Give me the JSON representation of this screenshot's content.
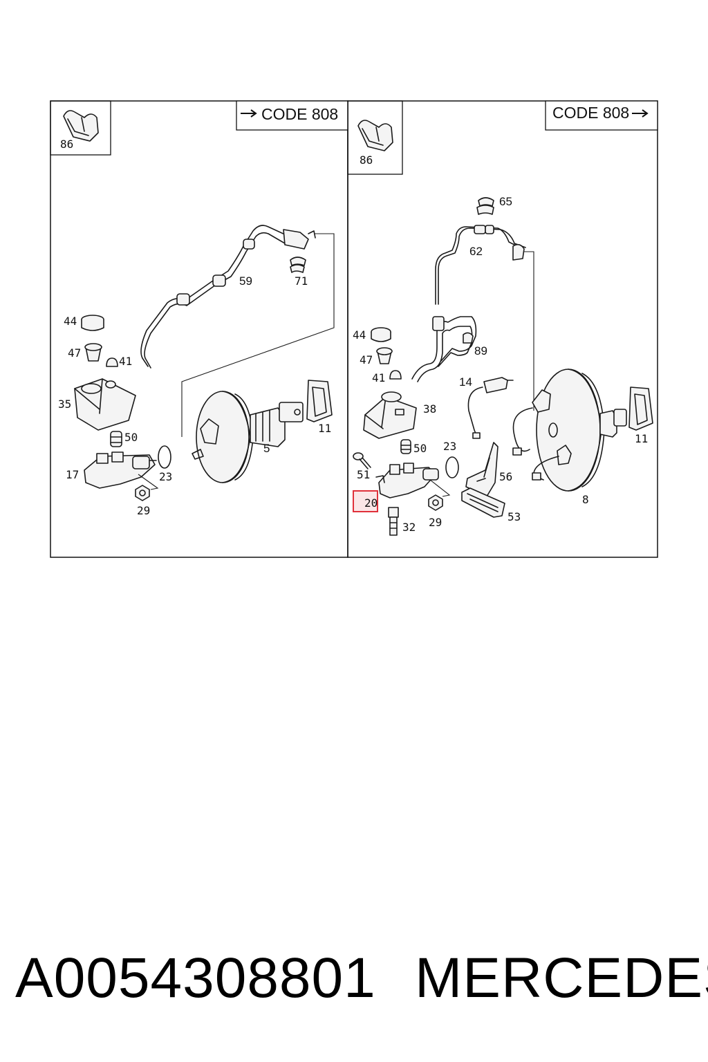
{
  "left_panel": {
    "code_label": "CODE 808",
    "labels": {
      "p86": "86",
      "p59": "59",
      "p71": "71",
      "p44": "44",
      "p47": "47",
      "p41": "41",
      "p35": "35",
      "p50": "50",
      "p17": "17",
      "p23": "23",
      "p29": "29",
      "p5": "5",
      "p11": "11"
    }
  },
  "right_panel": {
    "code_label": "CODE 808",
    "labels": {
      "p86": "86",
      "p65": "65",
      "p62": "62",
      "p44": "44",
      "p47": "47",
      "p89": "89",
      "p41": "41",
      "p14": "14",
      "p38": "38",
      "p50": "50",
      "p23": "23",
      "p51": "51",
      "p56": "56",
      "p20": "20",
      "p29": "29",
      "p53": "53",
      "p32": "32",
      "p8": "8",
      "p11": "11"
    },
    "highlight_color": "#e0303a"
  },
  "caption": {
    "part_number": "A0054308801",
    "brand": "MERCEDES"
  }
}
